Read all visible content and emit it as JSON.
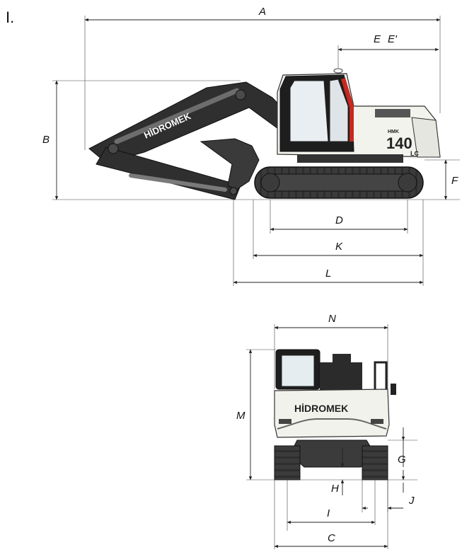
{
  "section_number": "I.",
  "brand_name": "HİDROMEK",
  "model": {
    "number": "140",
    "suffix": "LC",
    "prefix": "HMK"
  },
  "side_view": {
    "dimensions": {
      "A": "A",
      "E": "E",
      "E_prime": "E'",
      "B": "B",
      "F": "F",
      "D": "D",
      "K": "K",
      "L": "L"
    }
  },
  "front_view": {
    "dimensions": {
      "N": "N",
      "M": "M",
      "G": "G",
      "H": "H",
      "J": "J",
      "I": "I",
      "C": "C"
    }
  }
}
